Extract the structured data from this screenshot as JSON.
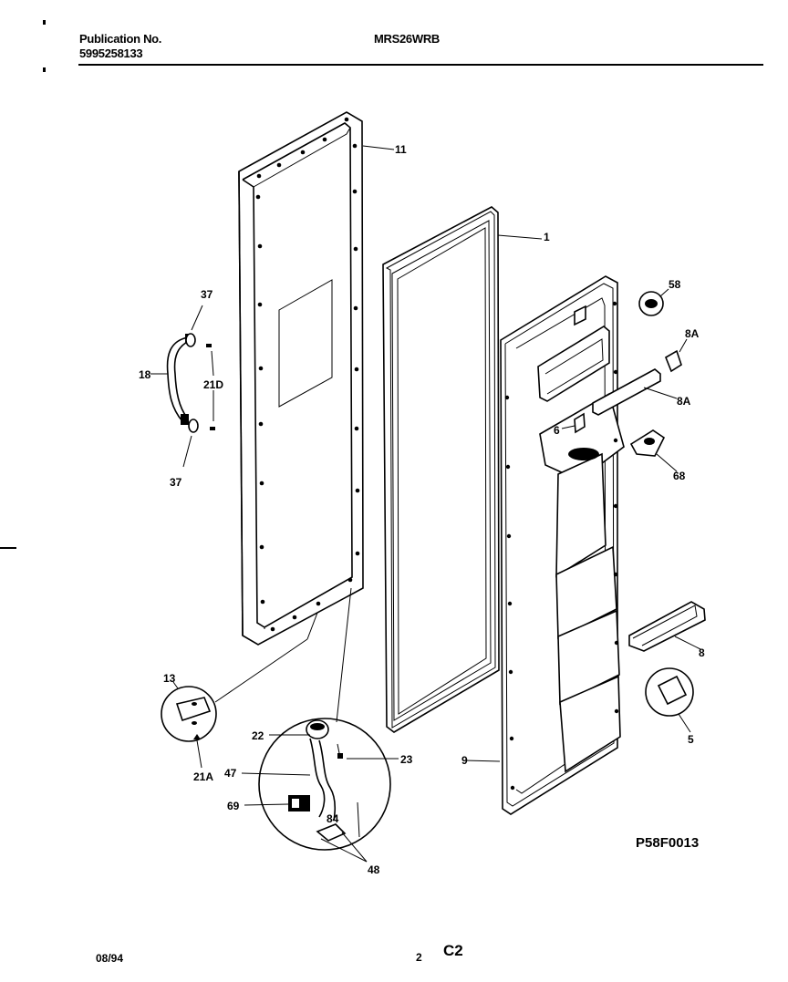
{
  "header": {
    "publication_label": "Publication No.",
    "publication_number": "5995258133",
    "model": "MRS26WRB"
  },
  "footer": {
    "date": "08/94",
    "page": "2",
    "section": "C2"
  },
  "diagram": {
    "drawing_code": "P58F0013",
    "callouts": [
      "11",
      "1",
      "58",
      "8A",
      "8A",
      "6",
      "68",
      "8",
      "5",
      "9",
      "37",
      "18",
      "21D",
      "37",
      "13",
      "21A",
      "22",
      "47",
      "69",
      "23",
      "84",
      "48"
    ]
  }
}
